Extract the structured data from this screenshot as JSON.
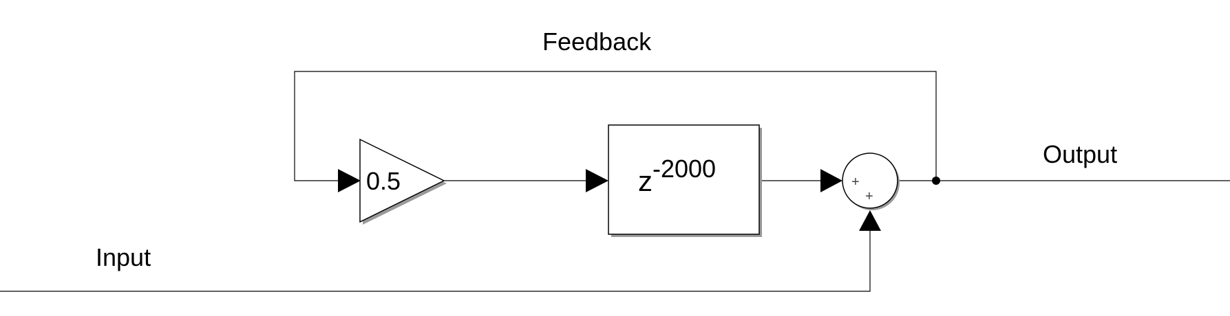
{
  "labels": {
    "feedback": "Feedback",
    "output": "Output",
    "input": "Input"
  },
  "gain_block": {
    "value": "0.5"
  },
  "delay_block": {
    "base": "z",
    "exponent": "-2000"
  },
  "sum_block": {
    "signs": [
      "+",
      "+"
    ]
  }
}
